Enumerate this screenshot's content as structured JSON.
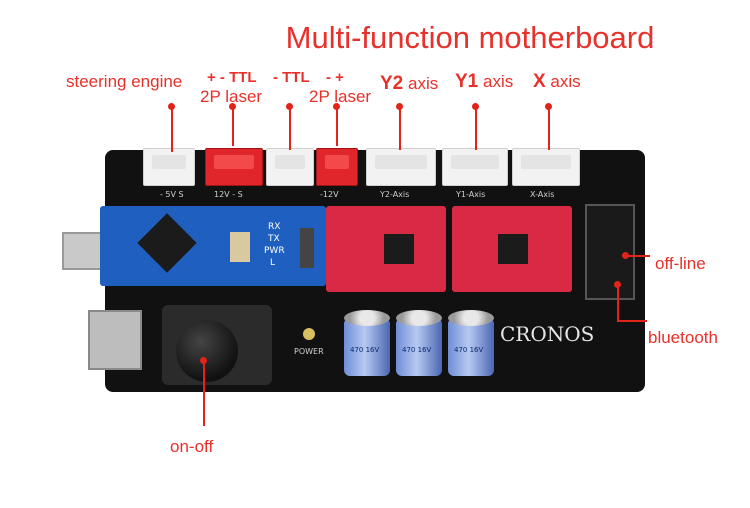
{
  "title": "Multi-function motherboard",
  "labels": {
    "steering_engine": "steering engine",
    "laser1_polarity": "+ - TTL",
    "laser1_name": "2P laser",
    "laser2_polarity_a": "- TTL",
    "laser2_polarity_b": "- +",
    "laser2_name": "2P laser",
    "y2_bold": "Y2",
    "y2_text": "axis",
    "y1_bold": "Y1",
    "y1_text": "axis",
    "x_bold": "X",
    "x_text": "axis",
    "off_line": "off-line",
    "bluetooth": "bluetooth",
    "on_off": "on-off"
  },
  "board": {
    "logo": "CRONOS",
    "power": "POWER",
    "silk_12v_a": "12V -  S",
    "silk_12v_b": "-12V",
    "silk_5v": "- 5V  S",
    "silk_y2": "Y2-Axis",
    "silk_y1": "Y1-Axis",
    "silk_x": "X-Axis",
    "nano_rx": "RX",
    "nano_tx": "TX",
    "nano_pwr": "PWR",
    "nano_l": "L",
    "cap_text": "470 16V"
  },
  "colors": {
    "label_red": "#e8312b",
    "board_black": "#111111",
    "nano_blue": "#1f5fbf",
    "driver_red": "#d82a45"
  }
}
